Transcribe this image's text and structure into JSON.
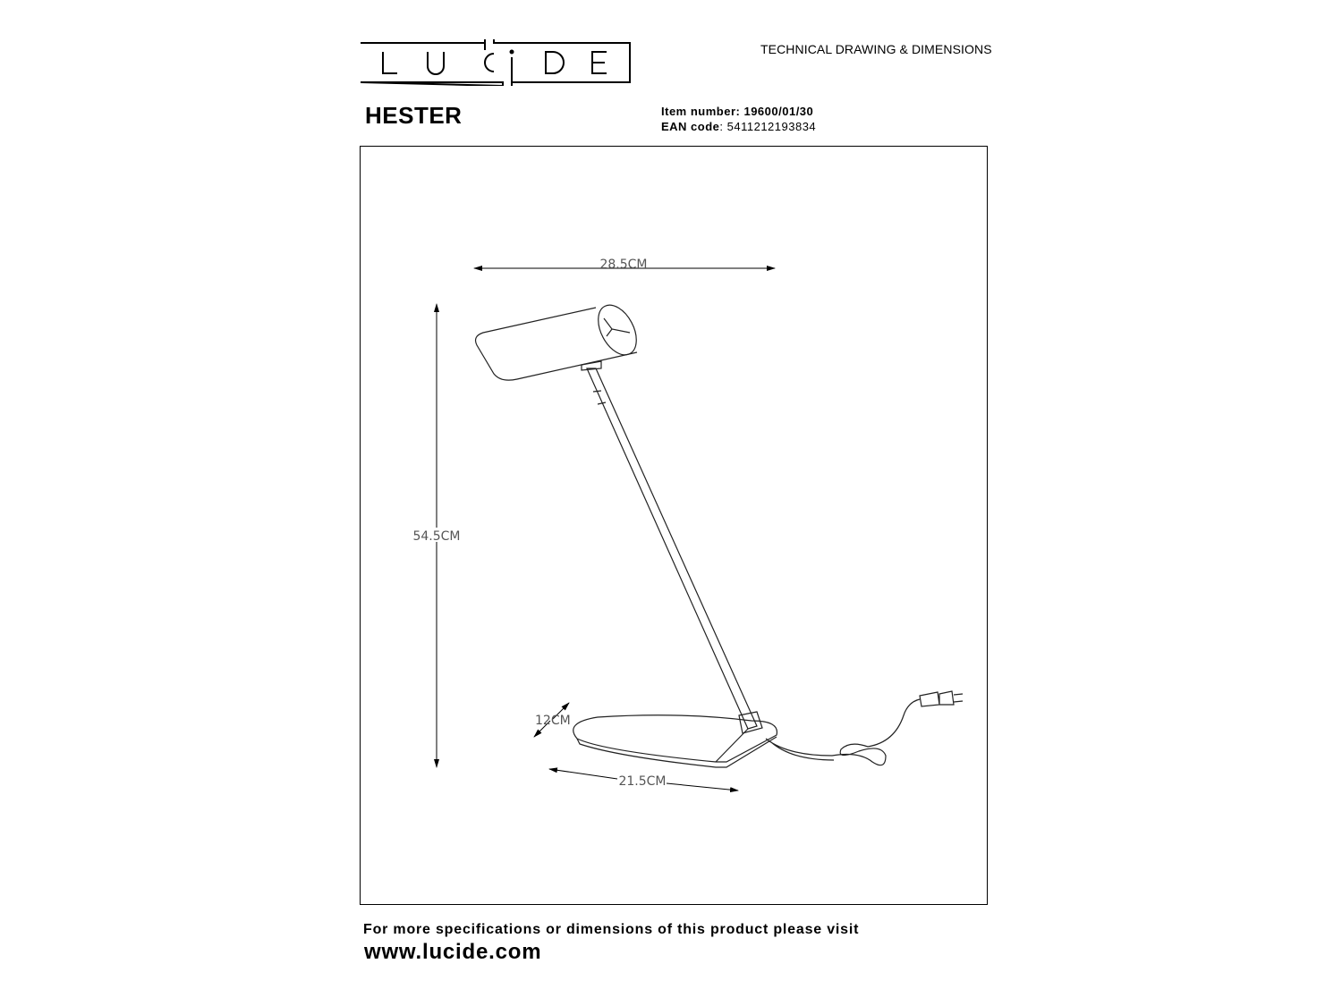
{
  "brand": {
    "logo_text": "LUCIDE"
  },
  "header": {
    "doc_type": "TECHNICAL DRAWING & DIMENSIONS",
    "product_name": "HESTER",
    "item_number_label": "Item number",
    "item_number": "19600/01/30",
    "ean_label": "EAN code",
    "ean": "5411212193834"
  },
  "drawing": {
    "dimensions": {
      "width": "28.5CM",
      "height": "54.5CM",
      "base_depth": "12CM",
      "base_length": "21.5CM"
    }
  },
  "footer": {
    "note": "For more specifications or dimensions of this product please visit",
    "url": "www.lucide.com"
  }
}
